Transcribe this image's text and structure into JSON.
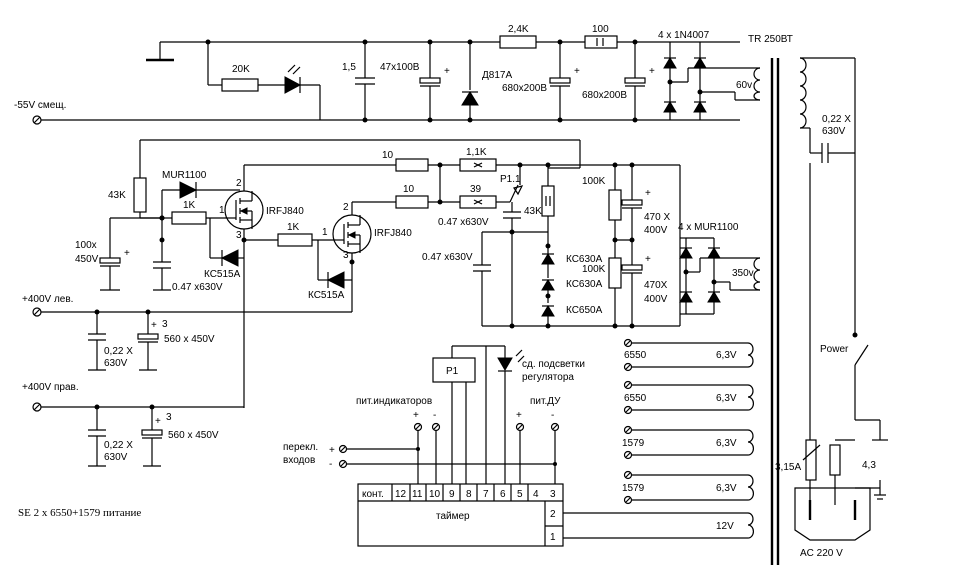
{
  "title": "SE 2 x 6550+1579 питание",
  "transformer": {
    "label": "TR 250ВТ",
    "mains": "AC 220 V",
    "fuse": "3,15A",
    "fuse_value": "4,3",
    "switch": "Power",
    "cap": "0,22 X",
    "cap_v": "630V"
  },
  "bias": {
    "terminal": "-55V смещ.",
    "r1": "20K",
    "c1": "1,5",
    "c2": "47x100В",
    "zener": "Д817А",
    "r2": "2,4K",
    "r3": "100",
    "c3": "680x200В",
    "c4": "680x200В",
    "bridge": "4 x 1N4007",
    "winding": "60v"
  },
  "hv": {
    "bridge": "4 x MUR1100",
    "winding": "350v",
    "r_top": "100K",
    "r_bot": "100K",
    "c_top": "470 X",
    "c_top_v": "400V",
    "c_bot": "470X",
    "c_bot_v": "400V",
    "z1": "КС630А",
    "z2": "КС630А",
    "z3": "КС650А",
    "r_10a": "10",
    "r_10b": "10",
    "r_11k": "1,1K",
    "r_39": "39",
    "relay_contact": "P1.1",
    "r_43k_right": "43K",
    "c_047_top": "0.47 x630V",
    "c_047_left": "0.47 x630V",
    "r_43k": "43K",
    "diode": "MUR1100",
    "r_1k_a": "1K",
    "r_1k_b": "1K",
    "mosfet_a": "IRFJ840",
    "mosfet_b": "IRFJ840",
    "zener_a": "КС515А",
    "zener_b": "КС515А",
    "c_100": "100x",
    "c_100_v": "450V",
    "c_047_bottom": "0.47 x630V",
    "pin_1a": "1",
    "pin_2a": "2",
    "pin_3a": "3",
    "pin_1b": "1",
    "pin_2b": "2",
    "pin_3b": "3"
  },
  "outputs": {
    "left": {
      "label": "+400V лев.",
      "c_small": "0,22 X",
      "c_small_v": "630V",
      "c_big": "560  x 450V",
      "mark": "3"
    },
    "right": {
      "label": "+400V прав.",
      "c_small": "0,22 X",
      "c_small_v": "630V",
      "c_big": "560 x 450V",
      "mark": "3"
    }
  },
  "heaters": [
    {
      "tube": "6550",
      "voltage": "6,3V"
    },
    {
      "tube": "6550",
      "voltage": "6,3V"
    },
    {
      "tube": "1579",
      "voltage": "6,3V"
    },
    {
      "tube": "1579",
      "voltage": "6,3V"
    }
  ],
  "timer": {
    "name": "таймер",
    "relay": "P1",
    "led": "сд. подсветки",
    "led2": "регулятора",
    "ind_label": "пит.индикаторов",
    "remote_label": "пит.ДУ",
    "switch_label": "перекл.",
    "switch_label2": "входов",
    "plus_a": "+",
    "minus_a": "-",
    "plus_b": "+",
    "minus_b": "-",
    "plus_c": "+",
    "minus_c": "-",
    "pins": [
      "конт.",
      "12",
      "11",
      "10",
      "9",
      "8",
      "7",
      "6",
      "5",
      "4",
      "3"
    ],
    "pin2": "2",
    "pin1": "1",
    "supply": "12V"
  }
}
